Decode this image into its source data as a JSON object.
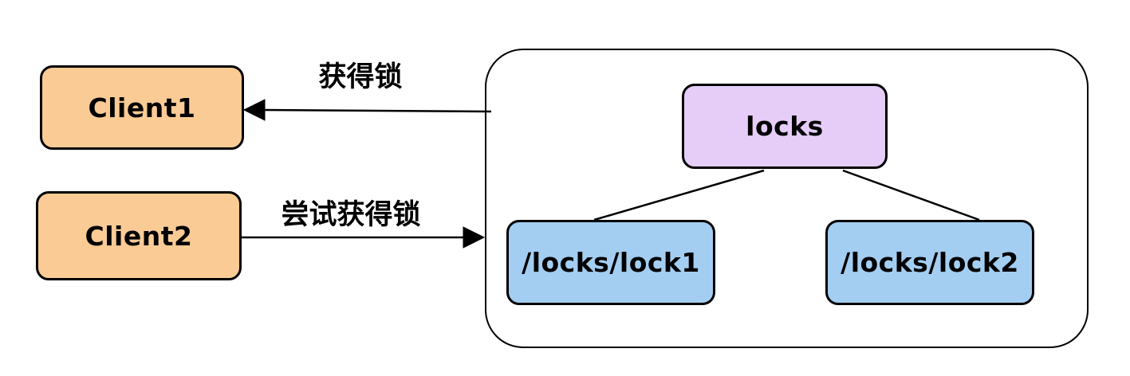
{
  "diagram": {
    "clients": [
      {
        "label": "Client1"
      },
      {
        "label": "Client2"
      }
    ],
    "edges": [
      {
        "label": "获得锁"
      },
      {
        "label": "尝试获得锁"
      }
    ],
    "znode_tree": {
      "root": {
        "label": "locks"
      },
      "children": [
        {
          "label": "/locks/lock1"
        },
        {
          "label": "/locks/lock2"
        }
      ]
    },
    "colors": {
      "client_fill": "#fbcb96",
      "root_fill": "#e6cdf8",
      "child_fill": "#a3cef2",
      "stroke": "#000000",
      "background": "#ffffff"
    }
  }
}
